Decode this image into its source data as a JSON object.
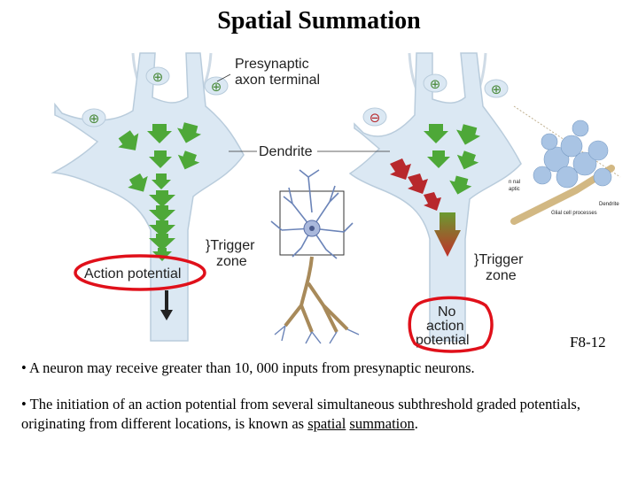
{
  "title": "Spatial Summation",
  "figure": {
    "labels": {
      "presynaptic_line1": "Presynaptic",
      "presynaptic_line2": "axon terminal",
      "dendrite": "Dendrite",
      "trigger_left_line1": "}Trigger",
      "trigger_left_line2": "zone",
      "trigger_right_line1": "}Trigger",
      "trigger_right_line2": "zone",
      "action_potential": "Action potential",
      "no_ap_line1": "No",
      "no_ap_line2": "action",
      "no_ap_line3": "potential",
      "inset_right_1": "n nal",
      "inset_right_2": "aptic",
      "inset_dendrite": "Dendrite",
      "inset_glial": "Glial cell processes"
    },
    "colors": {
      "cell": "#dbe8f3",
      "excitatory_arrow": "#4ea838",
      "inhibitory_arrow": "#b8282c",
      "circle_highlight": "#e0101a"
    }
  },
  "figure_ref": "F8-12",
  "bullets": {
    "b1": "A neuron may receive greater than 10, 000 inputs from presynaptic neurons.",
    "b2_text": "The initiation of an action potential from several simultaneous subthreshold graded potentials, originating from different locations, is known as ",
    "b2_link1": "spatial",
    "b2_space": " ",
    "b2_link2": "summation",
    "b2_end": "."
  }
}
